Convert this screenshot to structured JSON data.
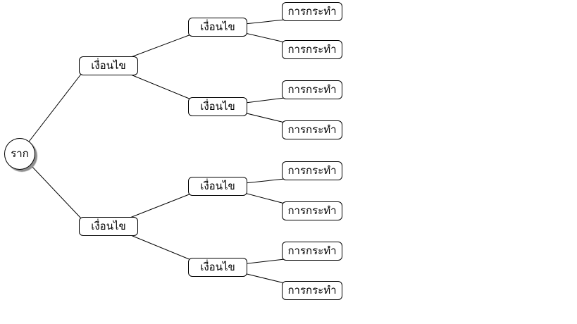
{
  "diagram": {
    "type": "decision-tree",
    "nodes": {
      "root": "ราก",
      "level1": [
        "เงื่อนไข",
        "เงื่อนไข"
      ],
      "level2": [
        "เงื่อนไข",
        "เงื่อนไข",
        "เงื่อนไข",
        "เงื่อนไข"
      ],
      "level3": [
        "การกระทำ",
        "การกระทำ",
        "การกระทำ",
        "การกระทำ",
        "การกระทำ",
        "การกระทำ",
        "การกระทำ",
        "การกระทำ"
      ]
    },
    "colors": {
      "background": "#ffffff",
      "node_fill": "#ffffff",
      "node_border": "#000000",
      "connector": "#000000",
      "root_shadow": "#8f8f8f",
      "text": "#000000"
    }
  }
}
